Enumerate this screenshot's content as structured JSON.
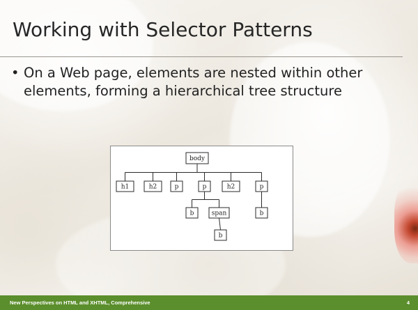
{
  "slide": {
    "title": "Working with Selector Patterns",
    "bullets": [
      "On a Web page, elements are nested within other elements, forming a hierarchical tree structure"
    ],
    "bullet_symbol": "•"
  },
  "diagram": {
    "nodes": [
      {
        "id": "body",
        "label": "body"
      },
      {
        "id": "h1",
        "label": "h1"
      },
      {
        "id": "h2a",
        "label": "h2"
      },
      {
        "id": "p1",
        "label": "p"
      },
      {
        "id": "p2",
        "label": "p"
      },
      {
        "id": "h2b",
        "label": "h2"
      },
      {
        "id": "p3",
        "label": "p"
      },
      {
        "id": "b1",
        "label": "b"
      },
      {
        "id": "span",
        "label": "span"
      },
      {
        "id": "b2",
        "label": "b"
      },
      {
        "id": "b3",
        "label": "b"
      }
    ],
    "edges": [
      [
        "body",
        "h1"
      ],
      [
        "body",
        "h2a"
      ],
      [
        "body",
        "p1"
      ],
      [
        "body",
        "p2"
      ],
      [
        "body",
        "h2b"
      ],
      [
        "body",
        "p3"
      ],
      [
        "p2",
        "b1"
      ],
      [
        "p2",
        "span"
      ],
      [
        "span",
        "b3"
      ],
      [
        "p3",
        "b2"
      ]
    ]
  },
  "footer": {
    "text": "New Perspectives on HTML and XHTML, Comprehensive",
    "page_number": "4",
    "bar_color": "#5b8e2c"
  }
}
